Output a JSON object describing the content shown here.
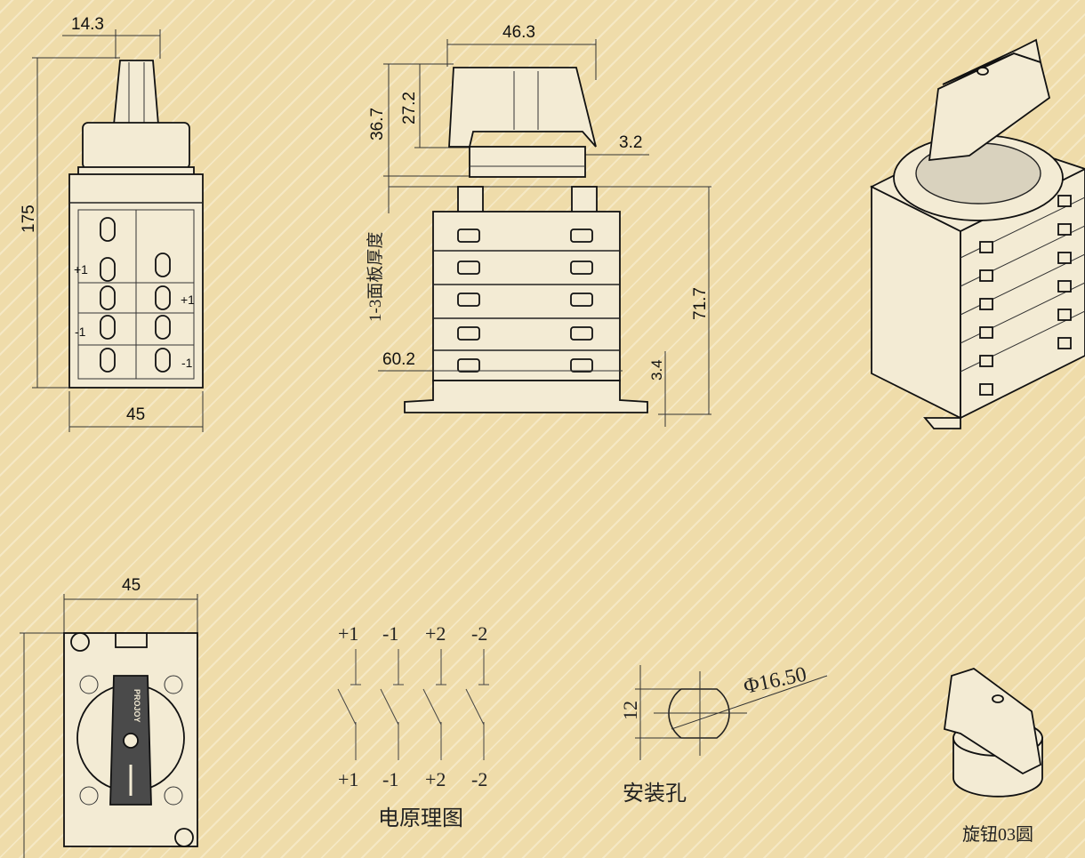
{
  "colors": {
    "background": "#edd9a8",
    "stripe": "#f5e8c4",
    "line": "#222222"
  },
  "front_view": {
    "top_width": "14.3",
    "height": "175",
    "bottom_width": "45",
    "contact_labels": {
      "plus1_left": "+1",
      "plus1_right": "+1",
      "minus1_left": "-1",
      "minus1_right": "-1"
    }
  },
  "side_view": {
    "knob_width": "46.3",
    "total_knob_height": "36.7",
    "knob_height": "27.2",
    "shaft_gap": "3.2",
    "panel_note": "1-3面板厚度",
    "body_height": "71.7",
    "body_width": "60.2",
    "base_offset": "3.4"
  },
  "top_view": {
    "width": "45",
    "brand": "PROJOY"
  },
  "schematic": {
    "top_labels": [
      "+1",
      "-1",
      "+2",
      "-2"
    ],
    "bottom_labels": [
      "+1",
      "-1",
      "+2",
      "-2"
    ],
    "caption": "电原理图"
  },
  "mounting_hole": {
    "flat": "12",
    "diameter": "Φ16.50",
    "caption": "安装孔"
  },
  "knob_detail": {
    "caption": "旋钮03圆"
  }
}
